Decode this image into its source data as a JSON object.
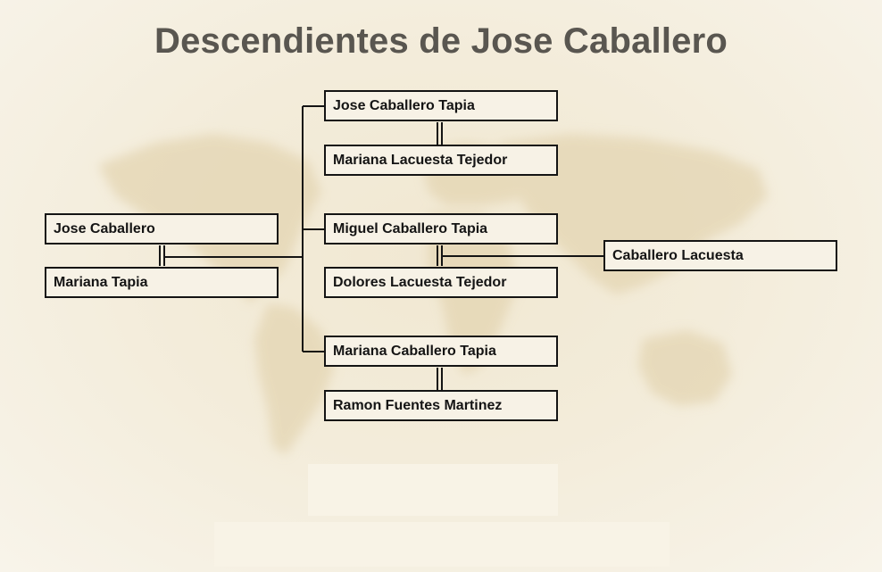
{
  "title": "Descendientes de Jose Caballero",
  "colors": {
    "title": "#595650",
    "box_border": "#141414",
    "box_fill": "#f7f2e6",
    "map": "#e4d5b2"
  },
  "family": {
    "root": {
      "person": "Jose Caballero",
      "spouse": "Mariana Tapia"
    },
    "children": [
      {
        "person": "Jose Caballero Tapia",
        "spouse": "Mariana Lacuesta Tejedor",
        "children": []
      },
      {
        "person": "Miguel Caballero Tapia",
        "spouse": "Dolores Lacuesta Tejedor",
        "children": [
          {
            "person": "Caballero Lacuesta"
          }
        ]
      },
      {
        "person": "Mariana Caballero Tapia",
        "spouse": "Ramon Fuentes Martinez",
        "children": []
      }
    ]
  }
}
